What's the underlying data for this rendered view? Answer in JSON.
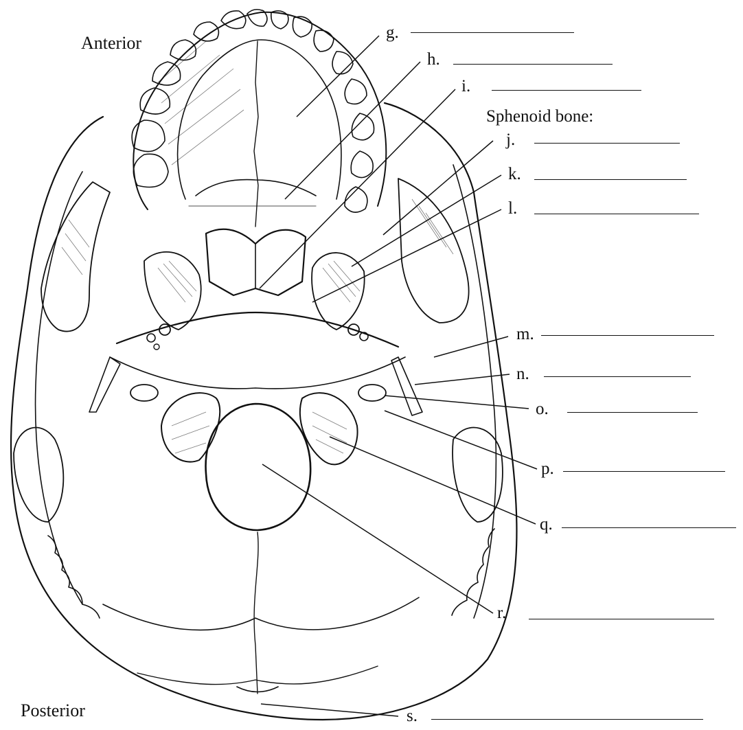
{
  "orientation": {
    "top": "Anterior",
    "bottom": "Posterior"
  },
  "group_heading": "Sphenoid bone:",
  "labels": [
    {
      "letter": "g."
    },
    {
      "letter": "h."
    },
    {
      "letter": "i."
    },
    {
      "letter": "j."
    },
    {
      "letter": "k."
    },
    {
      "letter": "l."
    },
    {
      "letter": "m."
    },
    {
      "letter": "n."
    },
    {
      "letter": "o."
    },
    {
      "letter": "p."
    },
    {
      "letter": "q."
    },
    {
      "letter": "r."
    },
    {
      "letter": "s."
    }
  ],
  "colors": {
    "ink": "#111111",
    "background": "#ffffff"
  }
}
